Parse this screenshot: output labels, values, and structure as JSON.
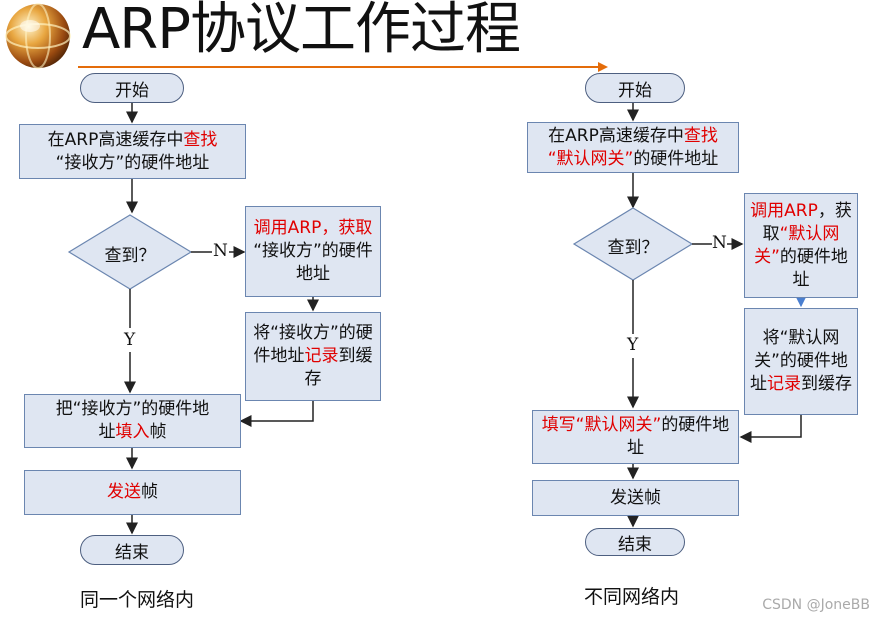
{
  "header": {
    "title": "ARP协议工作过程"
  },
  "left": {
    "start": "开始",
    "lookup": {
      "pre": "在ARP高速缓存中",
      "red": "查找",
      "post": "“接收方”的硬件地址"
    },
    "decision": "查到？",
    "no_label": "N",
    "yes_label": "Y",
    "call_arp": {
      "red": "调用ARP，获取",
      "post": "“接收方”的硬件地址"
    },
    "record": {
      "pre": "将“接收方”的硬件地址",
      "red1": "记",
      "red2": "录",
      "post": "到缓存"
    },
    "fill": {
      "pre": "把“接收方”的硬件地",
      "pre2": "址",
      "red": "填入",
      "post": "帧"
    },
    "send": {
      "red": "发送",
      "post": "帧"
    },
    "end": "结束",
    "caption": "同一个网络内"
  },
  "right": {
    "start": "开始",
    "lookup": {
      "pre": "在ARP高速缓存中",
      "red": "查找",
      "red2": "“默认网关”",
      "post": "的硬件地址"
    },
    "decision": "查到？",
    "no_label": "N",
    "yes_label": "Y",
    "call_arp": {
      "red": "调用ARP",
      "mid": "，获",
      "mid2": "取",
      "red2": "“默认网关”",
      "post": "的硬件地址"
    },
    "record": {
      "pre": "将“默认网关”的硬件地址",
      "red": "记录",
      "post": "到缓存"
    },
    "fill": {
      "red": "填写“默认网关”",
      "post": "的硬件地址"
    },
    "send": "发送帧",
    "end": "结束",
    "caption": "不同网络内"
  },
  "watermark": "CSDN @JoneBB",
  "colors": {
    "box_fill": "#dfe6f2",
    "box_border": "#6b86b0",
    "emphasis": "#e00000",
    "title_rule": "#e46c0a"
  }
}
